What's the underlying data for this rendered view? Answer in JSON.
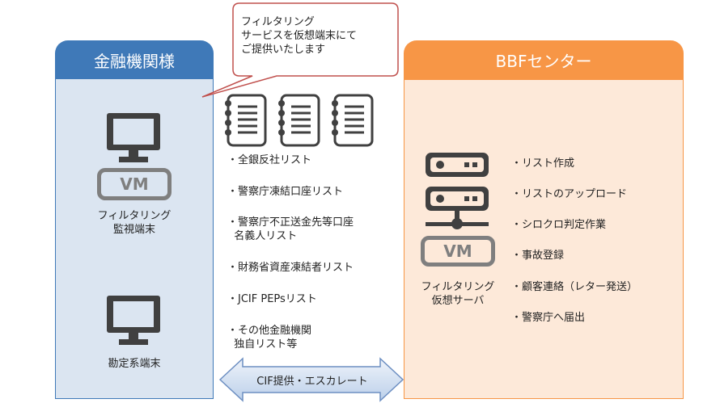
{
  "left": {
    "title": "金融機関様",
    "monitor_label": "フィルタリング\n監視端末",
    "monitor_label_lines": [
      "フィルタリング",
      "監視端末"
    ],
    "vm_badge": "VM",
    "account_label": "勘定系端末"
  },
  "right": {
    "title": "BBFセンター",
    "server_label_lines": [
      "フィルタリング",
      "仮想サーバ"
    ],
    "vm_badge": "VM",
    "tasks": [
      "・リスト作成",
      "・リストのアップロード",
      "・シロクロ判定作業",
      "・事故登録",
      "・顧客連絡（レター発送）",
      "・警察庁へ届出"
    ]
  },
  "callout": {
    "lines": [
      "フィルタリング",
      "サービスを仮想端末にて",
      "ご提供いたします"
    ]
  },
  "lists": [
    [
      "・全銀反社リスト"
    ],
    [
      "・警察庁凍結口座リスト"
    ],
    [
      "・警察庁不正送金先等口座",
      "  名義人リスト"
    ],
    [
      "・財務省資産凍結者リスト"
    ],
    [
      "・JCIF PEPsリスト"
    ],
    [
      "・その他金融機関",
      "  独自リスト等"
    ]
  ],
  "arrow": {
    "label": "CIF提供・エスカレート"
  },
  "colors": {
    "left_accent": "#3f79b8",
    "left_fill": "#dbe5f1",
    "right_accent": "#f79646",
    "right_fill": "#fde9d9",
    "icon_dark": "#404040",
    "vm_gray": "#7f7f7f",
    "callout_border": "#c0504d"
  }
}
